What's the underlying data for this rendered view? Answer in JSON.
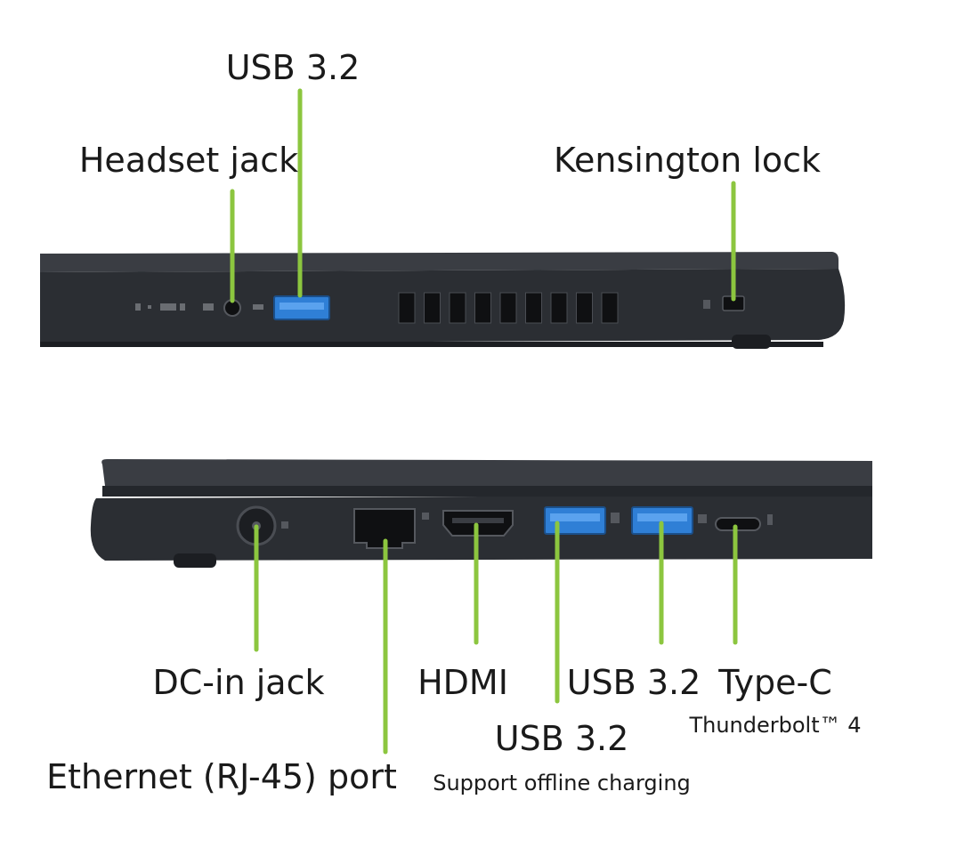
{
  "colors": {
    "leader": "#8cc63f",
    "chassis": "#2b2e33",
    "chassis_dark": "#1c1e22",
    "usb_blue": "#2f7fd6",
    "background": "#ffffff"
  },
  "top_view": {
    "labels": {
      "usb": "USB 3.2",
      "headset": "Headset jack",
      "kensington": "Kensington lock"
    }
  },
  "bottom_view": {
    "labels": {
      "dc_in": "DC-in jack",
      "hdmi": "HDMI",
      "usb_right": "USB 3.2",
      "type_c": "Type-C",
      "type_c_sub": "Thunderbolt™ 4",
      "usb_mid": "USB 3.2",
      "usb_mid_sub": "Support offline charging",
      "ethernet": "Ethernet (RJ-45) port"
    }
  }
}
